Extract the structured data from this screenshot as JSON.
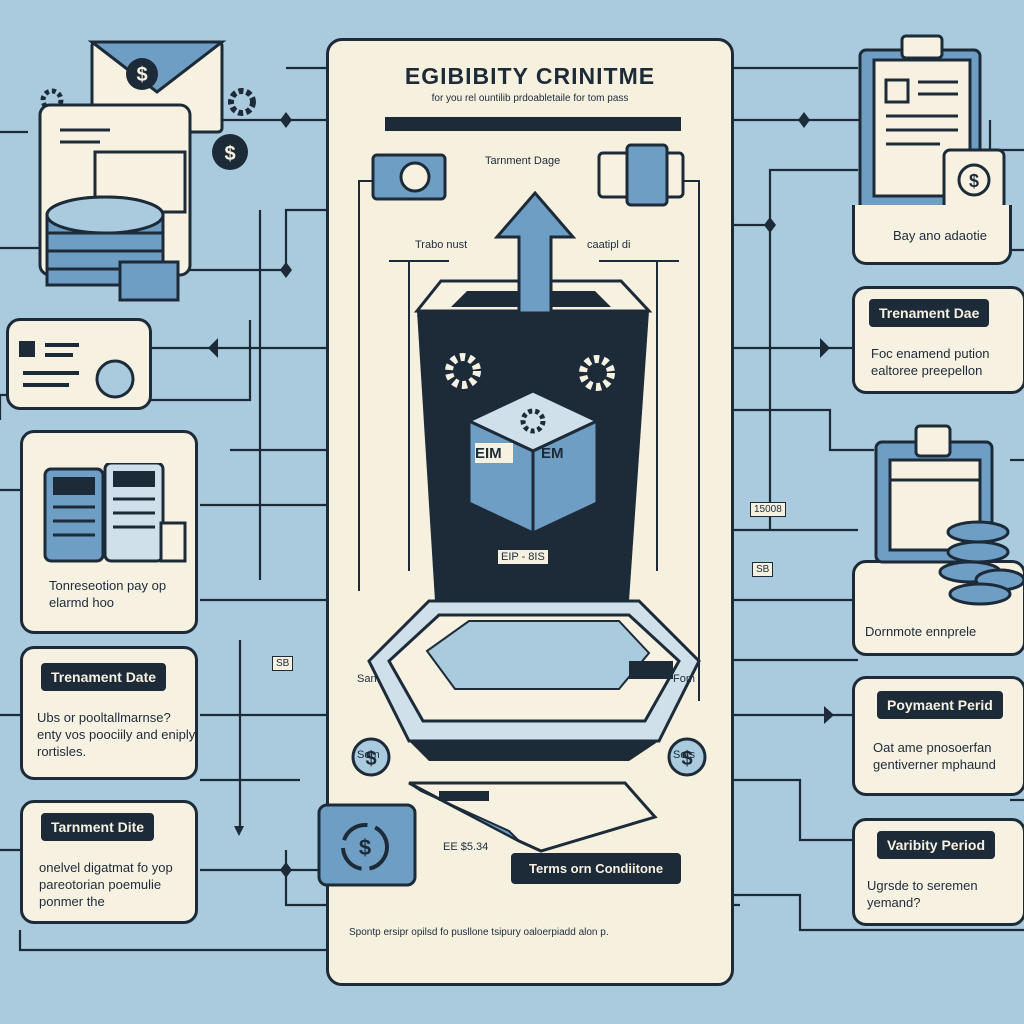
{
  "header": {
    "title": "EGIBIBITY CRINITME",
    "subtitle": "for you rel ountilib prdoabletaile for tom pass"
  },
  "center": {
    "label_top": "Tarnment Dage",
    "label_left": "Trabo nust",
    "label_right": "caatipl di",
    "cube_face_left": "EIM",
    "cube_face_right": "EM",
    "device_tag": "EIP - 8IS",
    "coin_left_top": "San",
    "coin_left_bottom": "Som",
    "coin_right_top": "Fom",
    "coin_right_bottom": "Sots",
    "amount": "EE $5.34",
    "terms_button": "Terms orn Condiitone",
    "footer_note": "Spontp ersipr opilsd fo pusllone tsipury oaloerpiadd alon p."
  },
  "left_cards": [
    {
      "body": "Tonreseotion pay op elarmd hoo"
    },
    {
      "title": "Trenament Date",
      "body": "Ubs or pooltallmarnse? enty vos poociily and eniply rortisles."
    },
    {
      "title": "Tarnment Dite",
      "body": "onelvel digatmat fo yop pareotorian poemulie ponmer the"
    }
  ],
  "right_cards": [
    {
      "body": "Bay ano adaotie"
    },
    {
      "title": "Trenament Dae",
      "body": "Foc enamend pution ealtoree preepellon"
    },
    {
      "body": "Dornmote ennprele"
    },
    {
      "title": "Poymaent Perid",
      "body": "Oat ame pnosoerfan gentiverner mphaund"
    },
    {
      "title": "Varibity Period",
      "body": "Ugrsde to seremen yemand?"
    }
  ],
  "side_tags": {
    "left_small": "SB",
    "right_code": "15008",
    "right_small": "SB"
  },
  "colors": {
    "background": "#a9cbdd",
    "ink": "#1d2b39",
    "paper": "#f7f1e1",
    "accent_blue": "#6f9ec4"
  },
  "icons": [
    "envelope-dollar-icon",
    "gear-icon",
    "coin-stack-icon",
    "id-card-icon",
    "calculator-icon",
    "clipboard-icon",
    "dollar-coin-icon",
    "cube-icon",
    "arrow-up-icon",
    "tablet-device-icon",
    "wallet-icon",
    "refresh-dollar-icon"
  ]
}
